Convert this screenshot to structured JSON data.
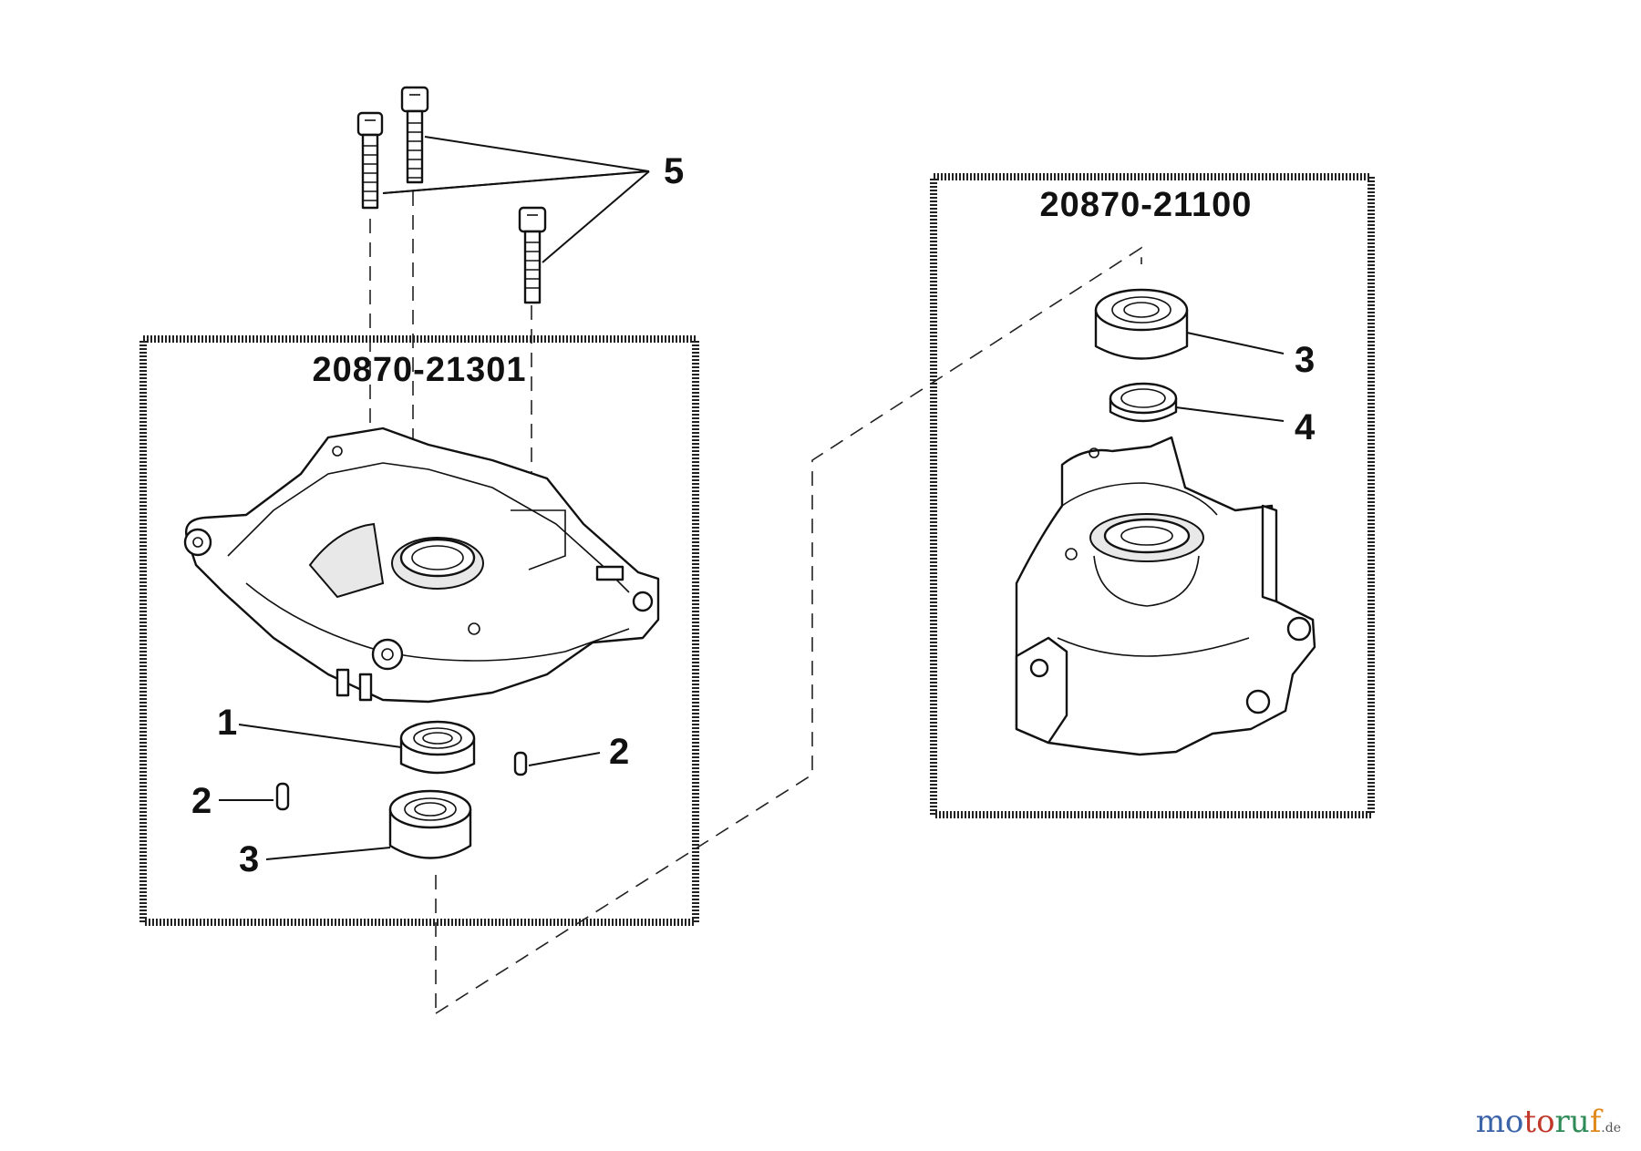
{
  "groups": {
    "left": {
      "part_number": "20870-21301"
    },
    "right": {
      "part_number": "20870-21100"
    }
  },
  "callouts": {
    "bolts": "5",
    "left_seal": "1",
    "left_pin_right": "2",
    "left_pin_left": "2",
    "left_bearing": "3",
    "right_bearing": "3",
    "right_seal": "4"
  },
  "watermark": {
    "parts": [
      "mo",
      "to",
      "ru",
      "f"
    ],
    "suffix": ".de"
  }
}
